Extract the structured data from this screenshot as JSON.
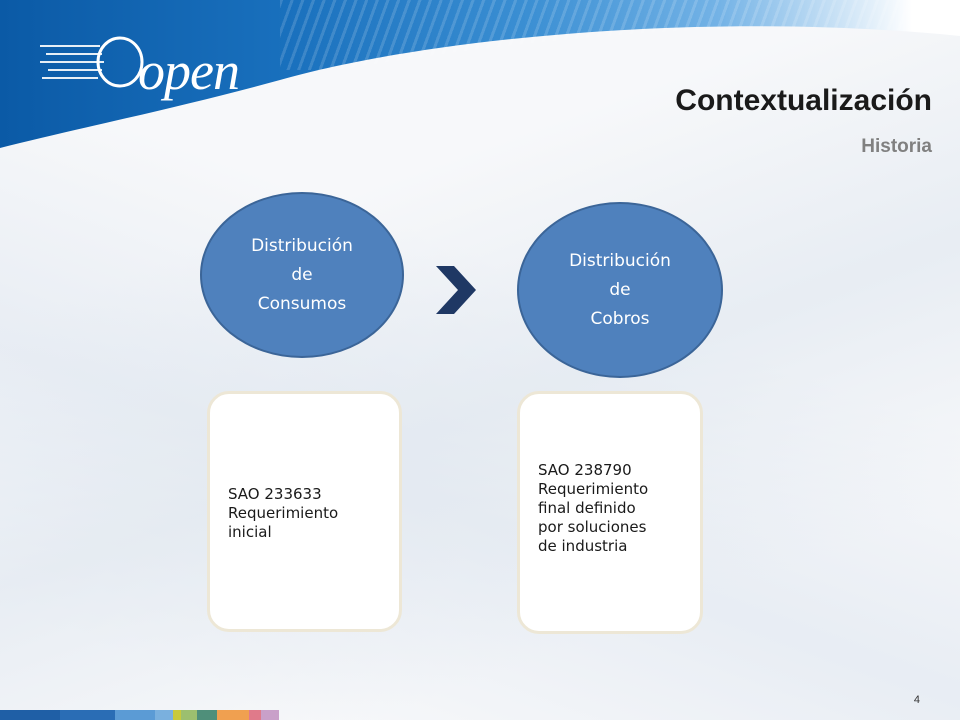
{
  "header": {
    "logo_text": "open",
    "title": "Contextualización",
    "subtitle": "Historia"
  },
  "flow": {
    "step1": {
      "label": "Distribución\nde\nConsumos"
    },
    "step2": {
      "label": "Distribución\nde\nCobros"
    },
    "arrow_icon": "chevron-right-icon"
  },
  "cards": [
    {
      "text": "SAO 233633\nRequerimiento\ninicial"
    },
    {
      "text": "SAO 238790\nRequerimiento\nfinal definido\npor soluciones\nde industria"
    }
  ],
  "footer": {
    "page_number": "4"
  },
  "colors": {
    "header_blue": "#0b5aa6",
    "circle_fill": "#4f81bd",
    "arrow": "#1f3864",
    "card_border": "#ede7d6",
    "footer_segments": [
      "#1f5fa6",
      "#1f5fa6",
      "#5b9bd5",
      "#7ab0de",
      "#c9c93a",
      "#9cbf6f",
      "#4f8f7a",
      "#f0a050",
      "#e07a8a",
      "#c9a0c9"
    ]
  }
}
